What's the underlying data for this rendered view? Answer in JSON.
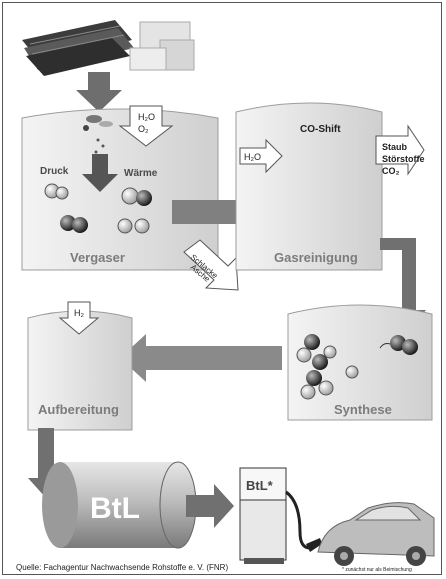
{
  "diagram": {
    "stages": {
      "vergaser": "Vergaser",
      "gasreinigung": "Gasreinigung",
      "synthese": "Synthese",
      "aufbereitung": "Aufbereitung"
    },
    "inputs": {
      "h2o_o2": [
        "H₂O",
        "O₂"
      ],
      "h2o": "H₂O",
      "h2": "H₂"
    },
    "labels": {
      "druck": "Druck",
      "waerme": "Wärme",
      "co_shift": "CO-Shift",
      "outputs": [
        "Staub",
        "Störstoffe",
        "CO₂"
      ],
      "schlacke_asche": [
        "Schlacke",
        "Asche"
      ],
      "btl_tank": "BtL",
      "btl_pump": "BtL*"
    },
    "source": "Quelle: Fachagentur Nachwachsende Rohstoffe e. V. (FNR)",
    "footnote": "* zunächst nur als Beimischung"
  }
}
